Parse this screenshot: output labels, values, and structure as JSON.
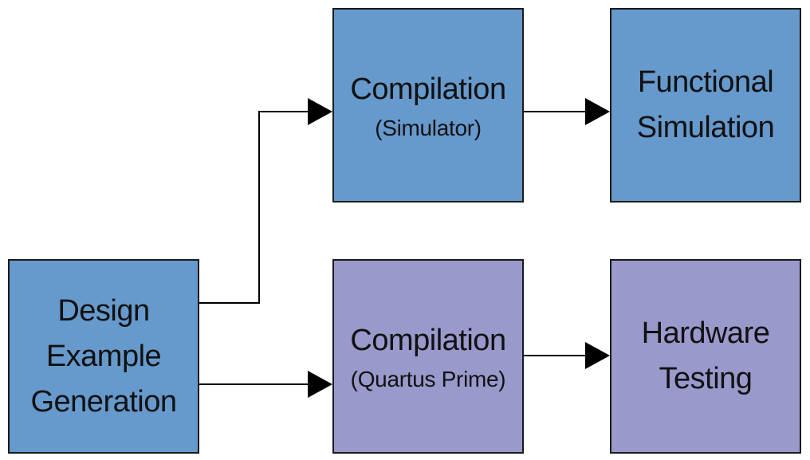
{
  "colors": {
    "simulation_box": "#6699cc",
    "hardware_box": "#9999cc",
    "border": "#1a1a1a",
    "arrow": "#000000"
  },
  "boxes": {
    "design_example_generation": {
      "lines": [
        "Design",
        "Example",
        "Generation"
      ]
    },
    "compilation_simulator": {
      "title": "Compilation",
      "subtitle": "(Simulator)"
    },
    "functional_simulation": {
      "lines": [
        "Functional",
        "Simulation"
      ]
    },
    "compilation_quartus": {
      "title": "Compilation",
      "subtitle": "(Quartus Prime)"
    },
    "hardware_testing": {
      "lines": [
        "Hardware",
        "Testing"
      ]
    }
  },
  "connections": [
    {
      "from": "design_example_generation",
      "to": "compilation_simulator"
    },
    {
      "from": "design_example_generation",
      "to": "compilation_quartus"
    },
    {
      "from": "compilation_simulator",
      "to": "functional_simulation"
    },
    {
      "from": "compilation_quartus",
      "to": "hardware_testing"
    }
  ]
}
